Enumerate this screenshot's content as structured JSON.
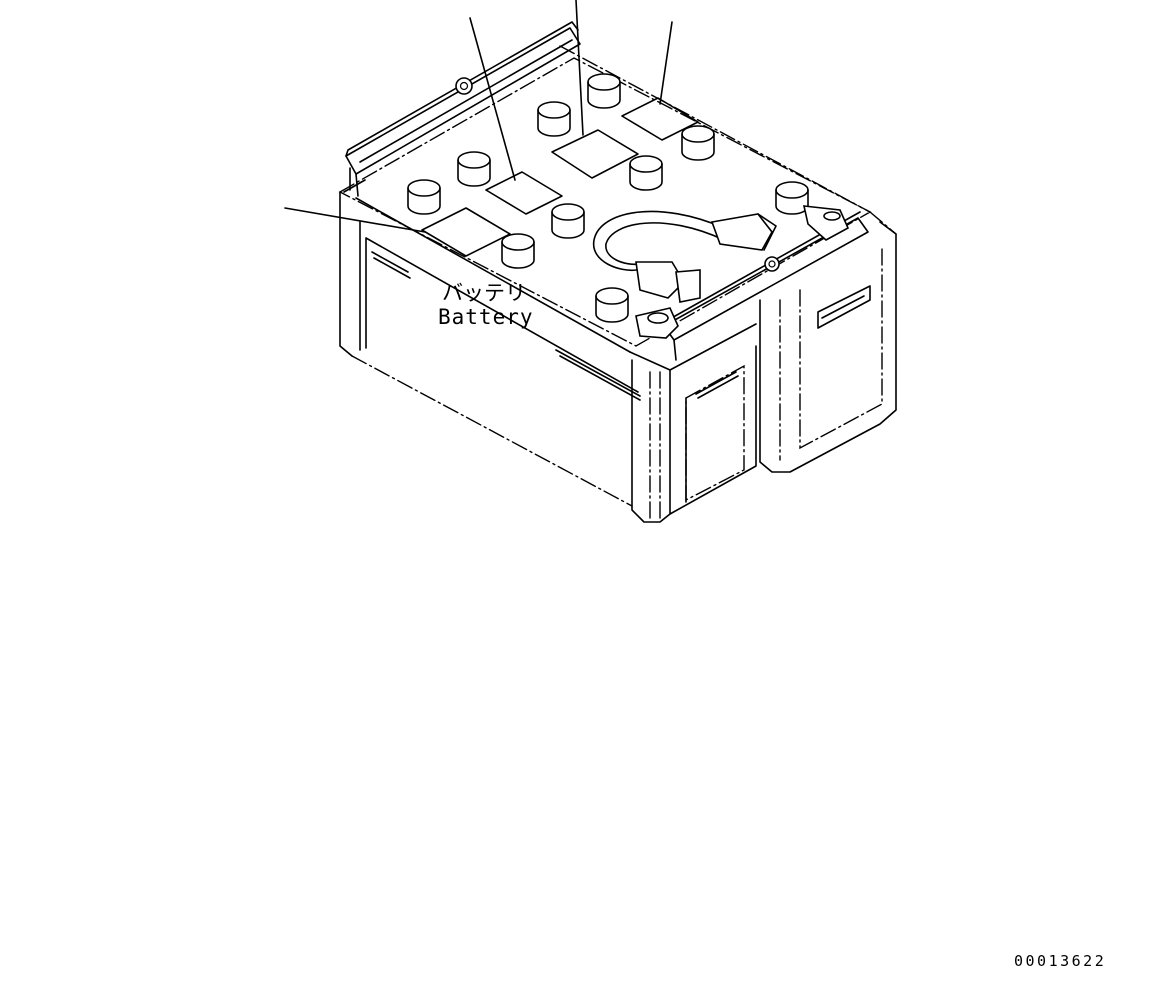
{
  "diagram": {
    "label_jp": "バッテリ",
    "label_en": "Battery",
    "drawing_number": "00013622"
  }
}
